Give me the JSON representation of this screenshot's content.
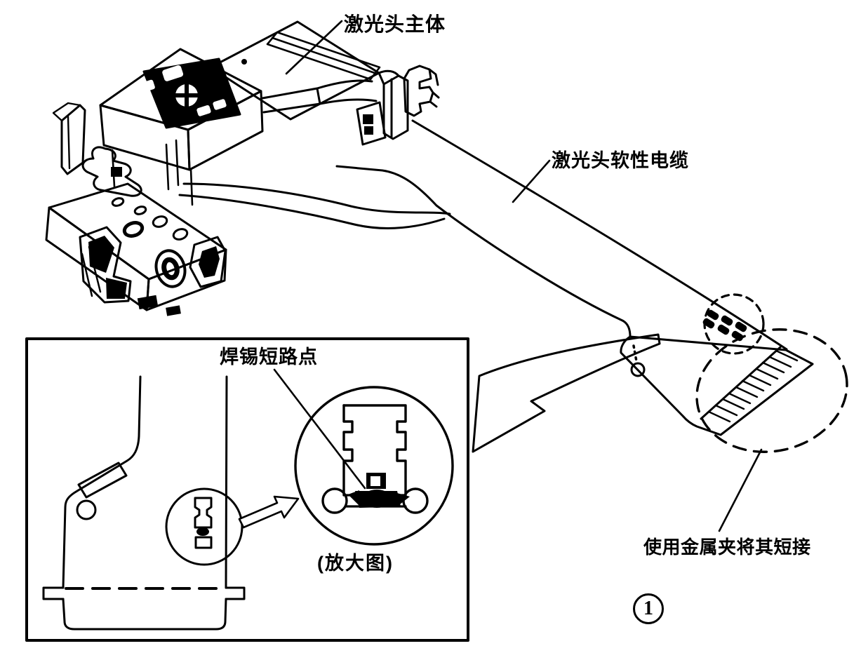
{
  "figure": {
    "type": "technical-line-diagram",
    "subject": "laser pickup head with flexible cable and solder short point detail",
    "caption_number": "1",
    "labels": {
      "laser_head_body": "激光头主体",
      "flex_cable": "激光头软性电缆",
      "solder_short_point": "焊锡短路点",
      "enlarged_view": "(放大图)",
      "metal_clip_note": "使用金属夹将其短接"
    },
    "colors": {
      "line": "#000000",
      "background": "#ffffff"
    }
  }
}
